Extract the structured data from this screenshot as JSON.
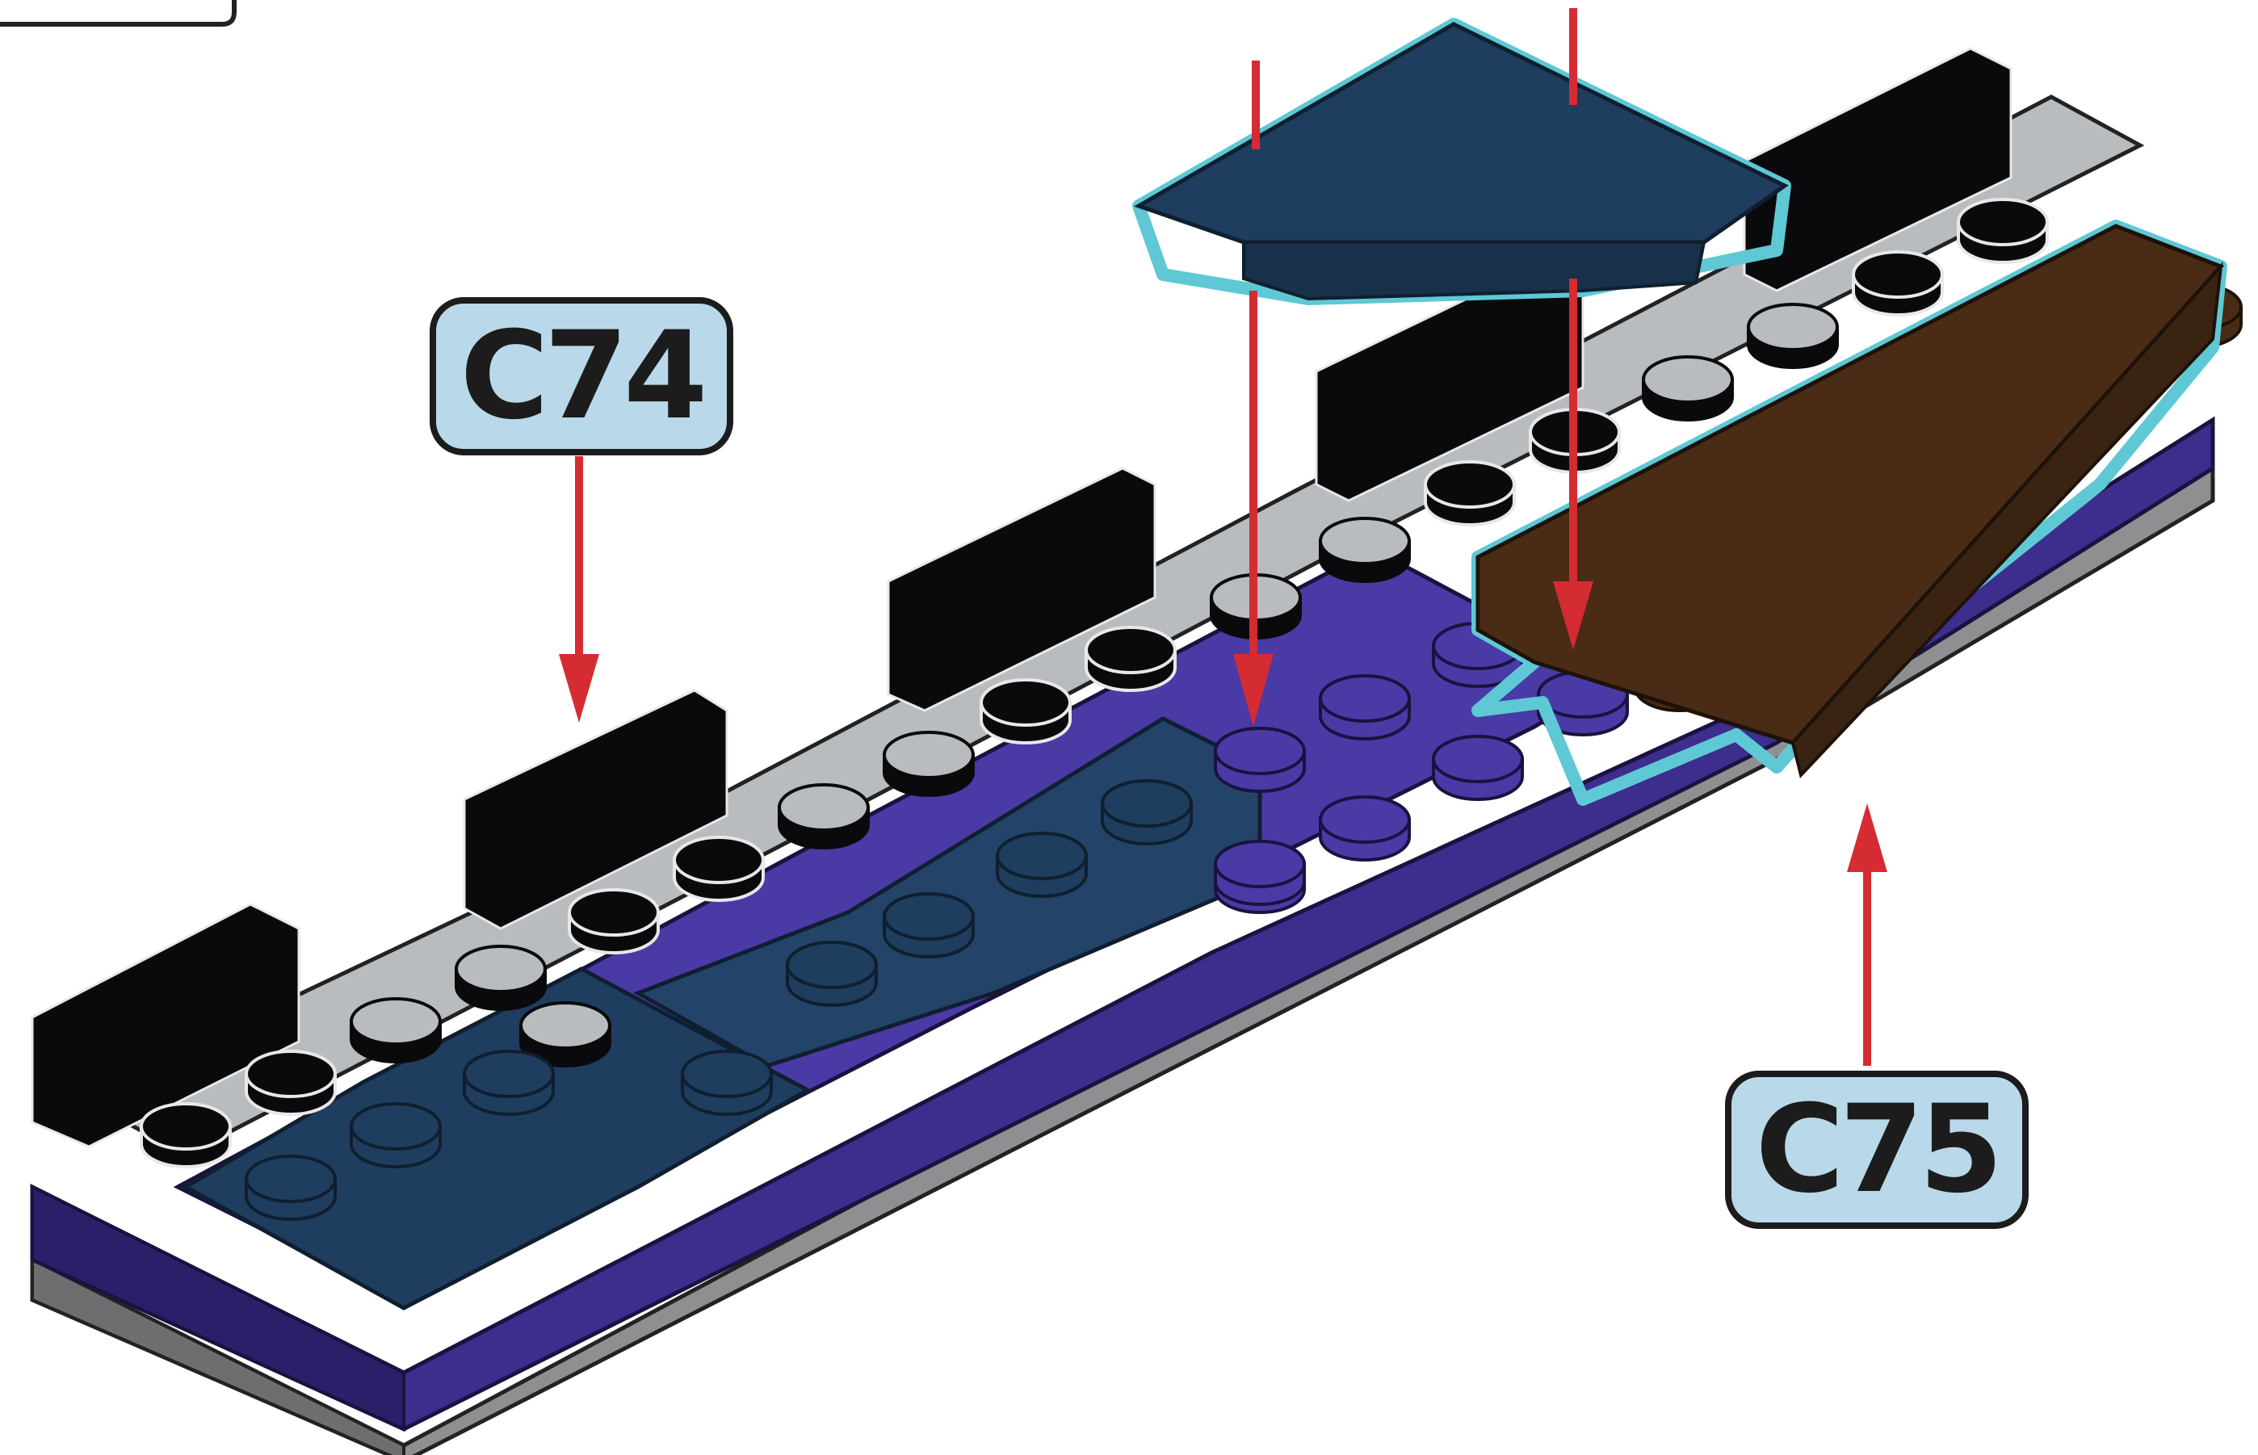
{
  "callouts": {
    "c74": "C74",
    "c75": "C75"
  },
  "colors": {
    "callout_fill": "#b9d9ea",
    "arrow": "#d52b33",
    "highlight_outline": "#5ec8d4",
    "dark_blue": "#1f3d5e",
    "purple": "#3f2f8f",
    "light_gray": "#b9bcbe",
    "black": "#0a0a0c",
    "brown": "#4a2c16",
    "base_gray": "#8e8f91"
  },
  "parts": [
    {
      "name": "dark-blue-wedge-plate",
      "color": "dark blue"
    },
    {
      "name": "brown-wedge-plate",
      "color": "reddish brown"
    }
  ]
}
